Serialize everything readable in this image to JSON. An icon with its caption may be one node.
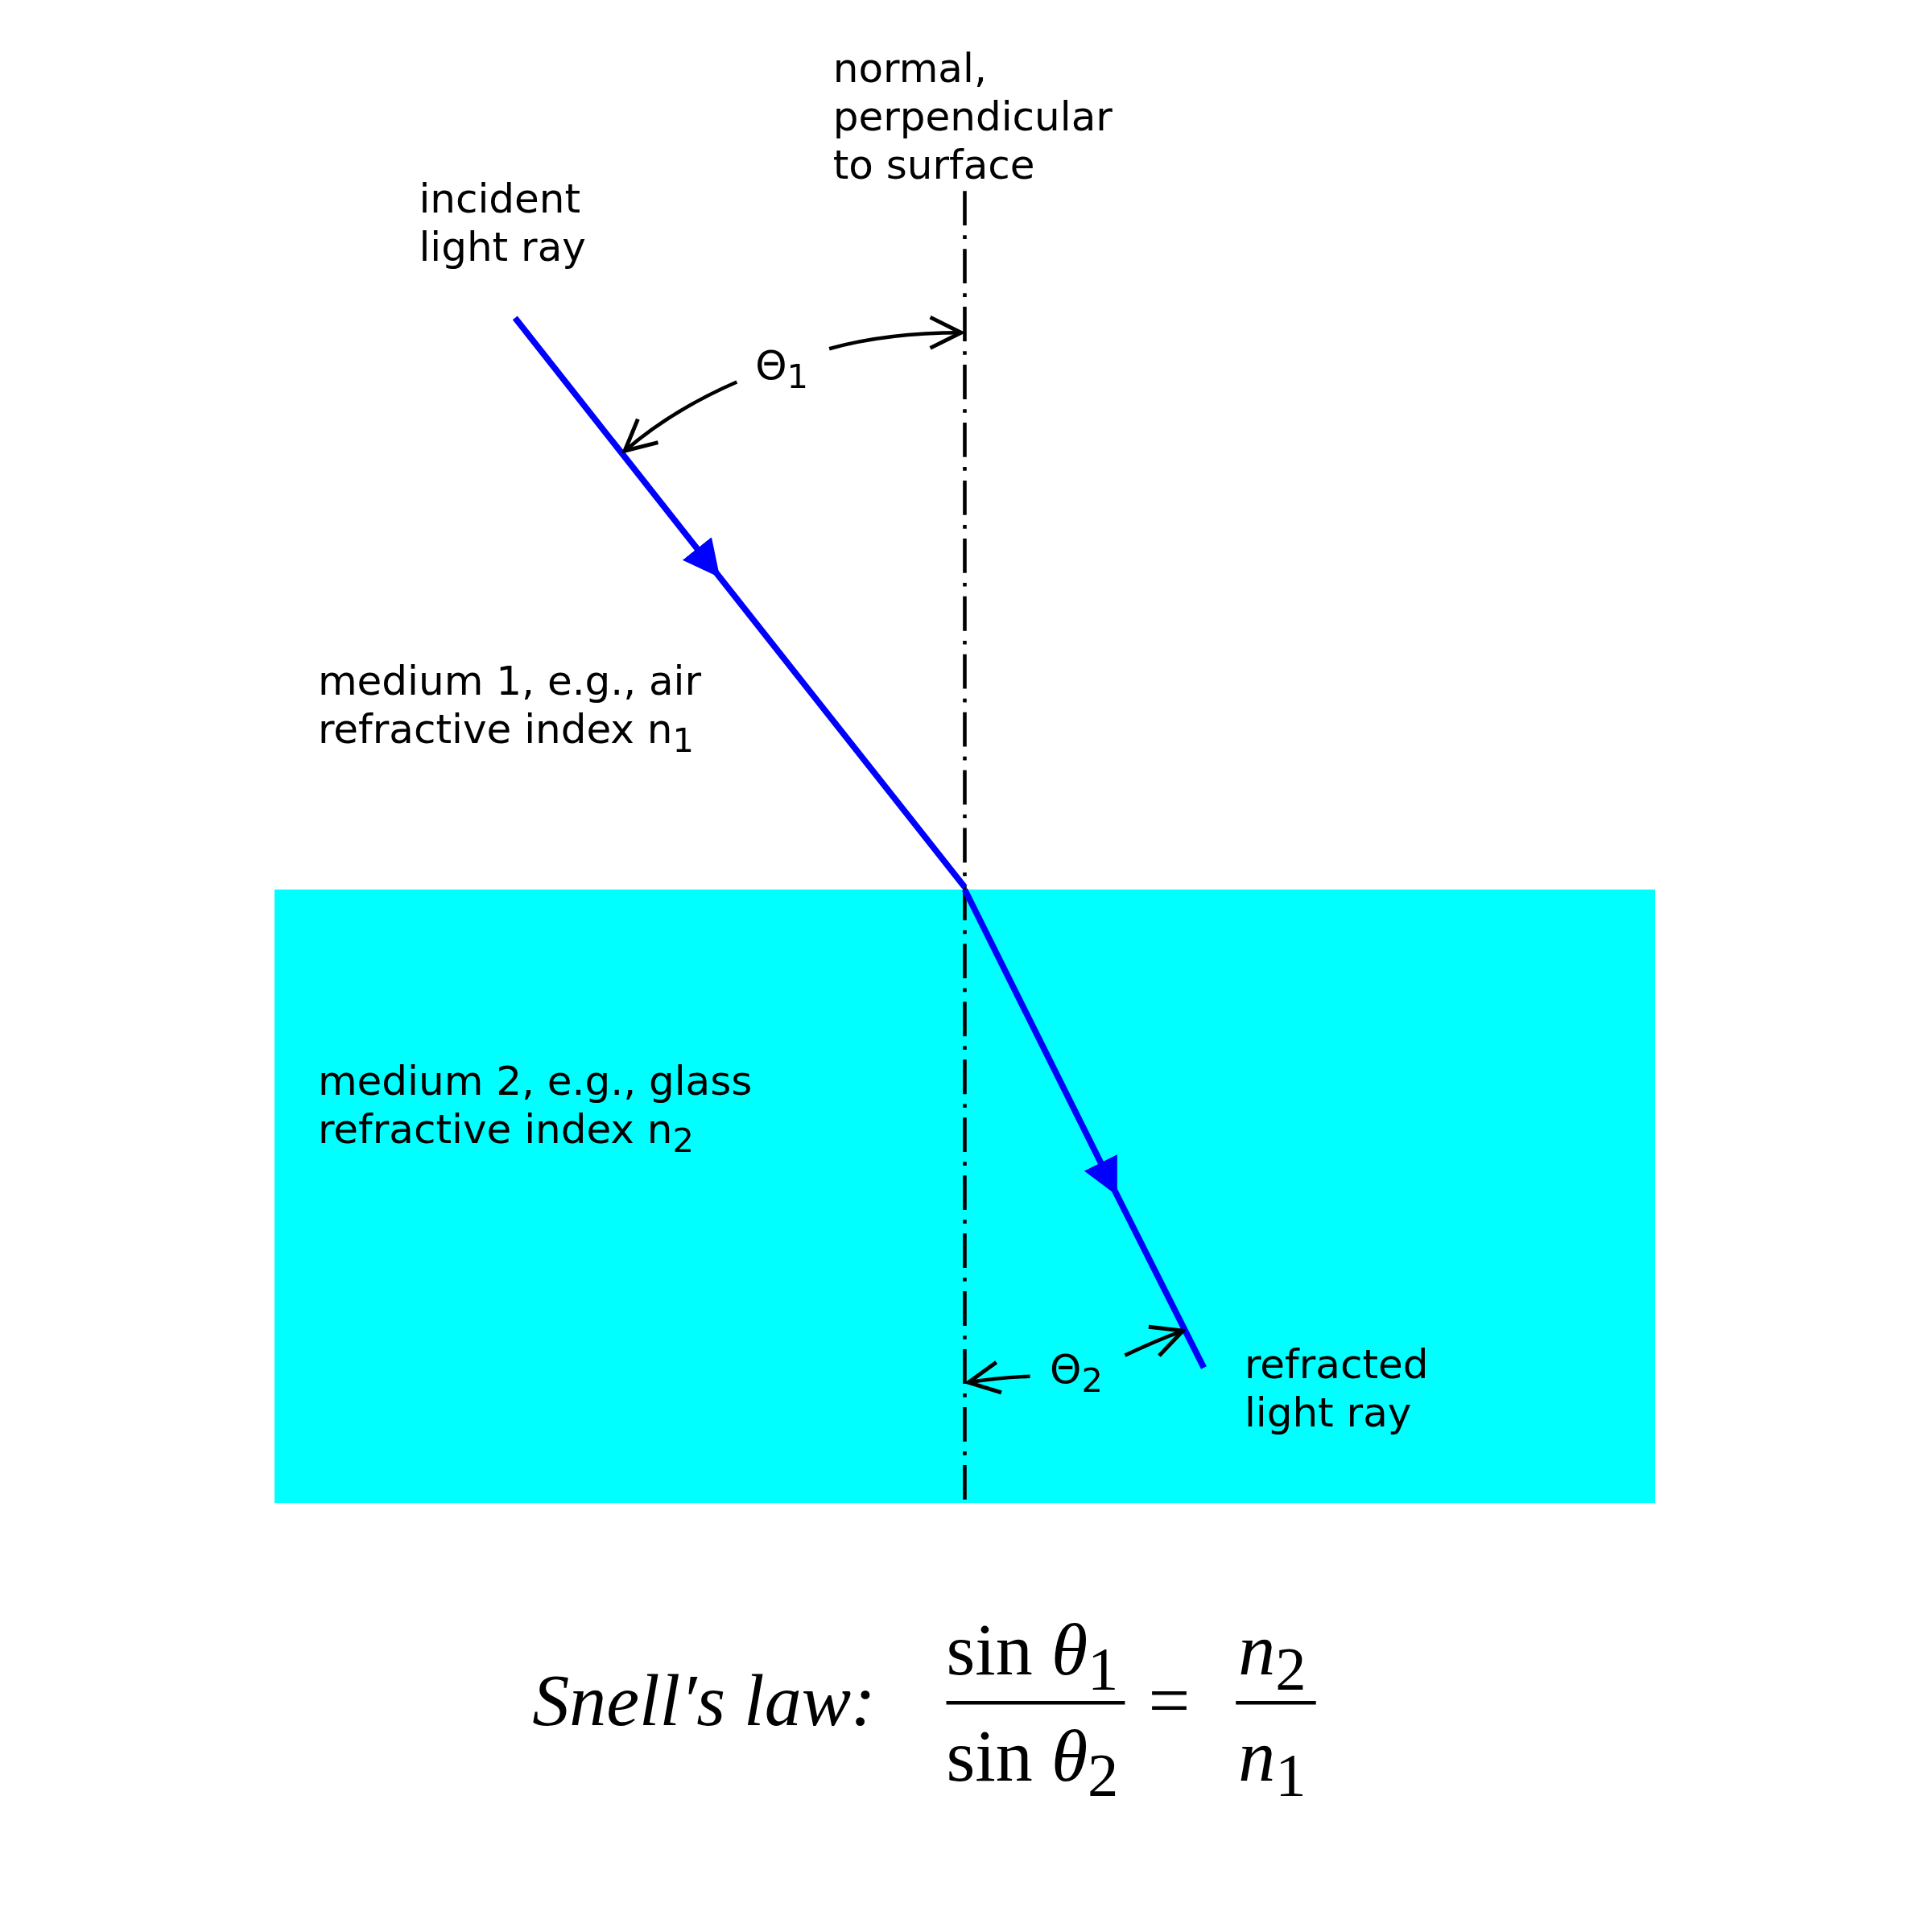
{
  "diagram": {
    "nodes": [
      {
        "text": [
          "medium 2, e.g., glass refractive index n$_{2}$",
          "Θ$_{2}$",
          "refracted light ray"
        ]
      }
    ],
    "labels": [
      "normal, perpendicular to surface",
      "incident light ray",
      "Θ$_{1}$",
      "medium 1, e.g., air refractive index n$_{1}$",
      "Snell′s law:",
      "sin *θ*$_{1}$",
      "sin *θ*$_{2}$",
      "=",
      "*n*$_{2}$",
      "*n*$_{1}$"
    ]
  }
}
